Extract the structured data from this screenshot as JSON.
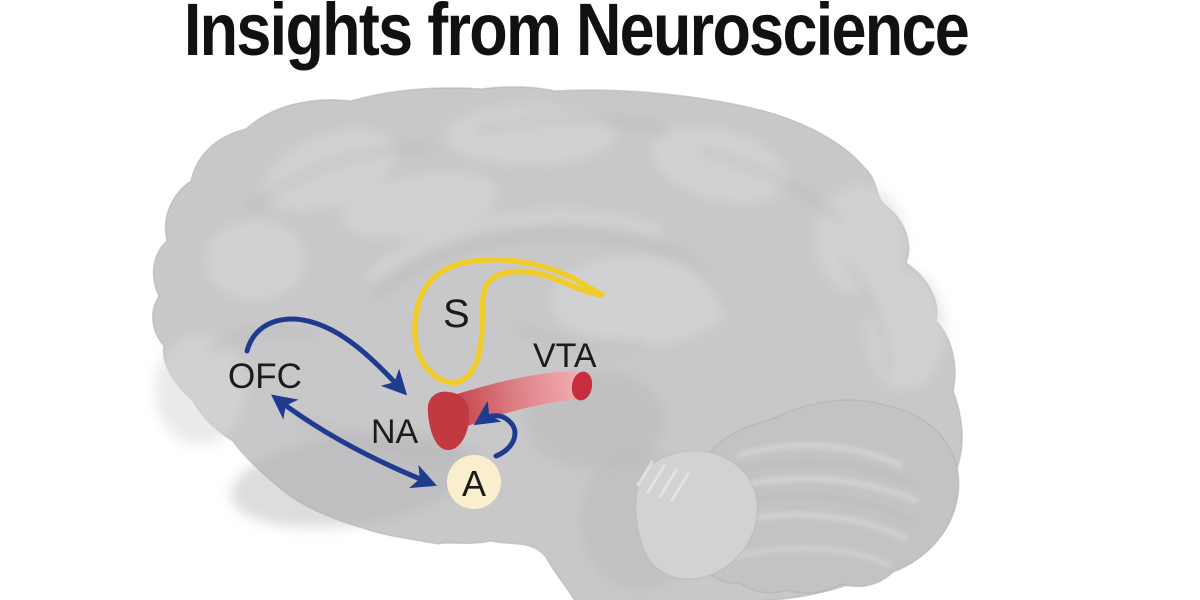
{
  "title": "Insights from Neuroscience",
  "diagram": {
    "type": "sagittal-brain-pathway-diagram",
    "labels": {
      "striatum": "S",
      "vta": "VTA",
      "nucleus_accumbens": "NA",
      "amygdala": "A",
      "ofc": "OFC"
    },
    "connections": [
      {
        "from": "OFC",
        "to": "NA",
        "bidirectional": false,
        "style": "curved-arrow"
      },
      {
        "from": "OFC",
        "to": "A",
        "bidirectional": true,
        "style": "double-headed-arrow"
      },
      {
        "from": "A",
        "to": "NA",
        "bidirectional": false,
        "style": "small-curved-arrow"
      },
      {
        "from": "VTA",
        "to": "NA",
        "bidirectional": false,
        "style": "gradient-pathway"
      }
    ],
    "colors": {
      "background": "#ffffff",
      "title_text": "#111111",
      "label_text": "#1b1b1b",
      "arrow_blue": "#1f3b8f",
      "striatum_yellow": "#f0cc2a",
      "pathway_red": "#c23940",
      "pathway_mid_pink": "#dc7f84",
      "pathway_light_pink": "#f4b1b6",
      "vta_tip_red": "#c62d3f",
      "amygdala_cream": "#faeecc",
      "brain_gray": "#c8c8ca",
      "brain_gray_dark": "#b2b2b4",
      "brain_gray_light": "#d7d7d9"
    }
  }
}
